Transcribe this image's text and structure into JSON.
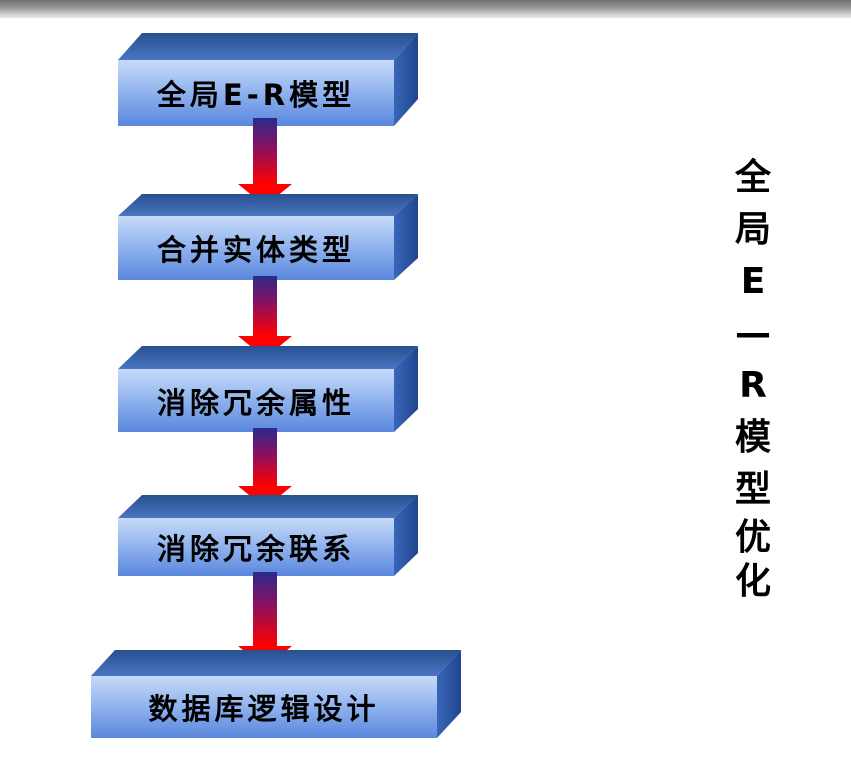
{
  "flow": {
    "steps": [
      {
        "label": "全局E-R模型"
      },
      {
        "label": "合并实体类型"
      },
      {
        "label": "消除冗余属性"
      },
      {
        "label": "消除冗余联系"
      },
      {
        "label": "数据库逻辑设计"
      }
    ]
  },
  "side_title": {
    "chars": [
      "全",
      "局",
      "E",
      "—",
      "R",
      "模",
      "型",
      "优",
      "化"
    ]
  },
  "colors": {
    "box_front_top": "#b8d0f5",
    "box_front_bottom": "#5f8ee0",
    "box_top_face": "#2f5fa8",
    "box_side_face": "#2a4f9c",
    "arrow_top": "#2a2a8a",
    "arrow_bottom": "#ff0000"
  }
}
